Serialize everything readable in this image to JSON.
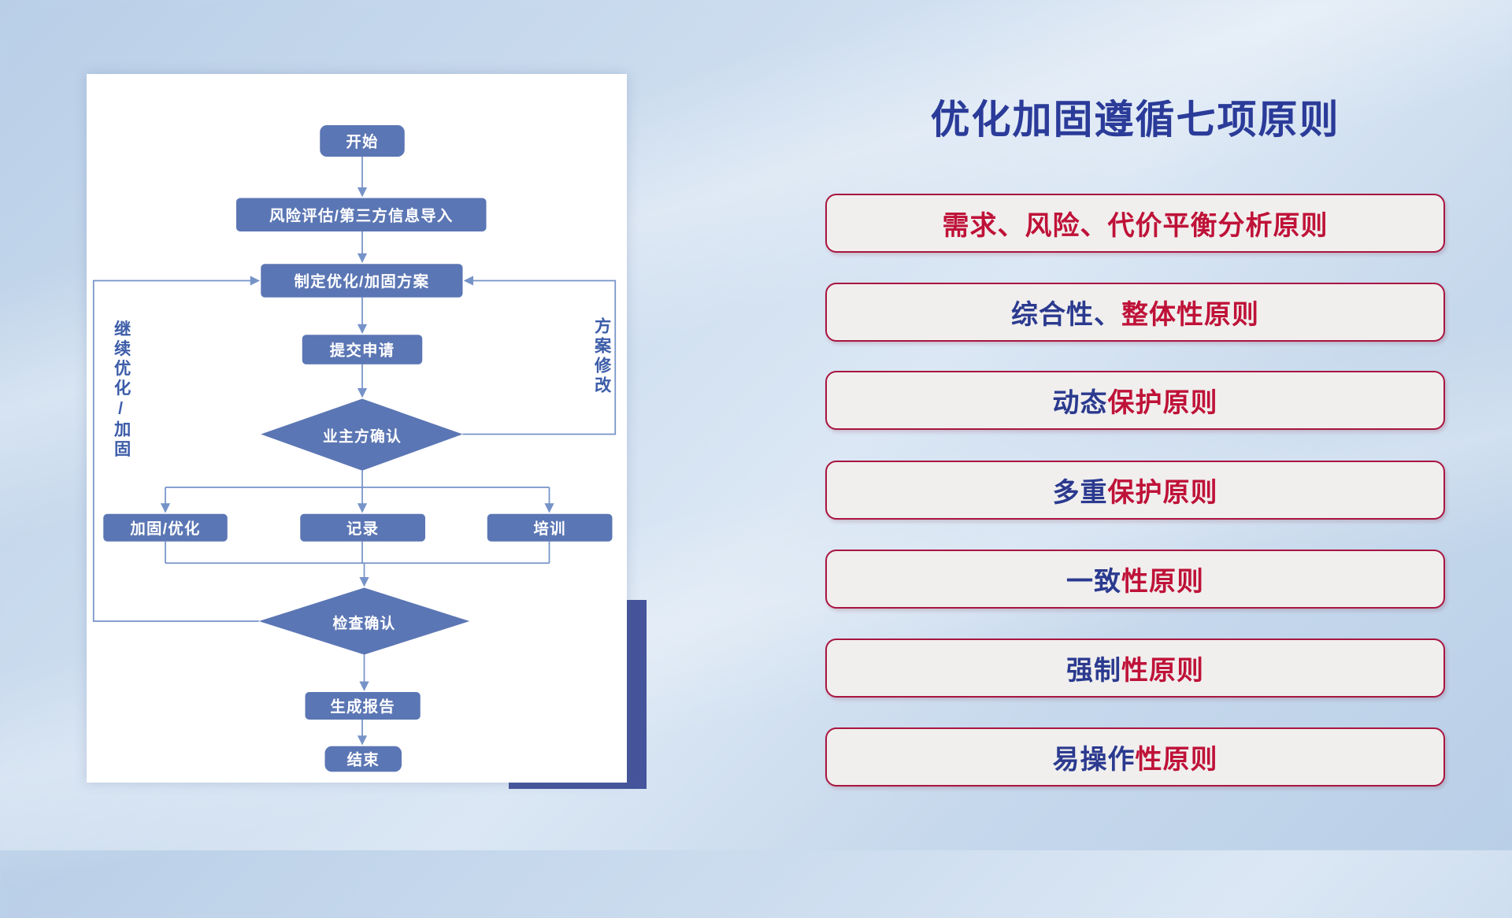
{
  "slide": {
    "title": "优化加固遵循七项原则"
  },
  "flowchart": {
    "nodes": {
      "start": "开始",
      "risk": "风险评估/第三方信息导入",
      "plan": "制定优化/加固方案",
      "submit": "提交申请",
      "owner_confirm": "业主方确认",
      "reinforce": "加固/优化",
      "record": "记录",
      "training": "培训",
      "check_confirm": "检查确认",
      "report": "生成报告",
      "end": "结束"
    },
    "loop_labels": {
      "left": "继续优化/加固",
      "right": "方案修改"
    }
  },
  "principles": [
    {
      "blue": "",
      "red": "需求、风险、代价平衡分析原则"
    },
    {
      "blue": "综合性、",
      "red": "整体性原则"
    },
    {
      "blue": "动态",
      "red": "保护原则"
    },
    {
      "blue": "多重",
      "red": "保护原则"
    },
    {
      "blue": "一致",
      "red": "性原则"
    },
    {
      "blue": "强制",
      "red": "性原则"
    },
    {
      "blue": "易操作",
      "red": "性原则"
    }
  ],
  "colors": {
    "node_fill": "#5b76b4",
    "connector": "#7693c8",
    "title": "#2b3b99",
    "principle_blue": "#2b3a8f",
    "principle_red": "#bf1238",
    "principle_border": "#a91540",
    "shadow_rect": "#45549b"
  }
}
